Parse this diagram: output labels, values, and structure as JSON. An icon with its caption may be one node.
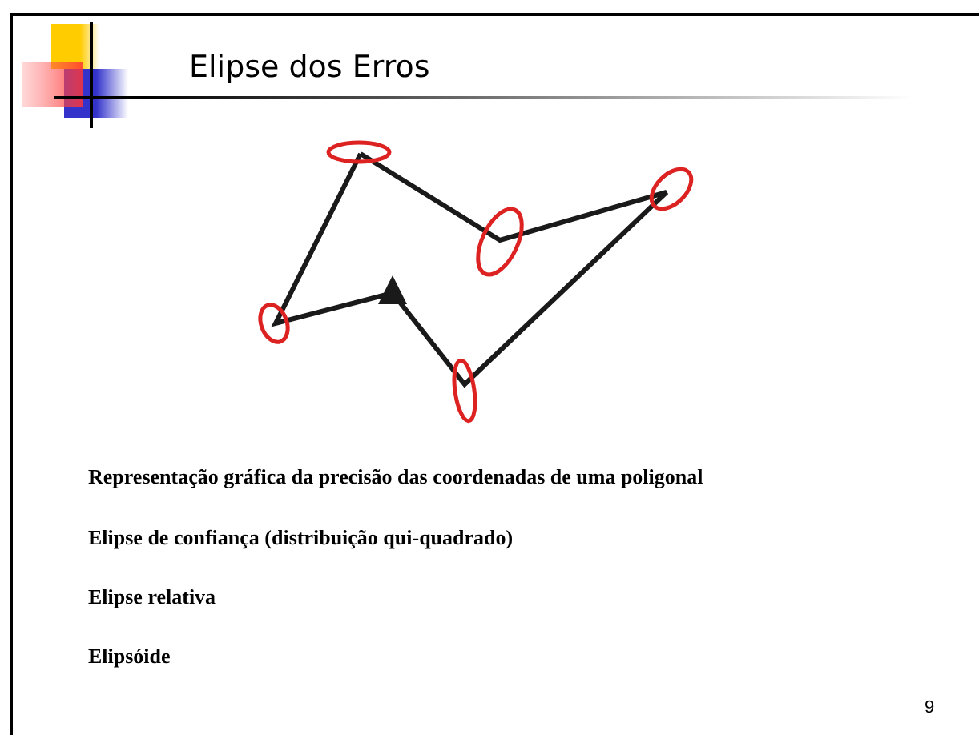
{
  "diagram": {
    "title": "Elipse dos Erros",
    "labels": [
      "Representação gráfica da precisão das coordenadas de uma poligonal",
      "Elipse de confiança (distribuição qui-quadrado)",
      "Elipse relativa",
      "Elipsóide",
      "9"
    ]
  }
}
